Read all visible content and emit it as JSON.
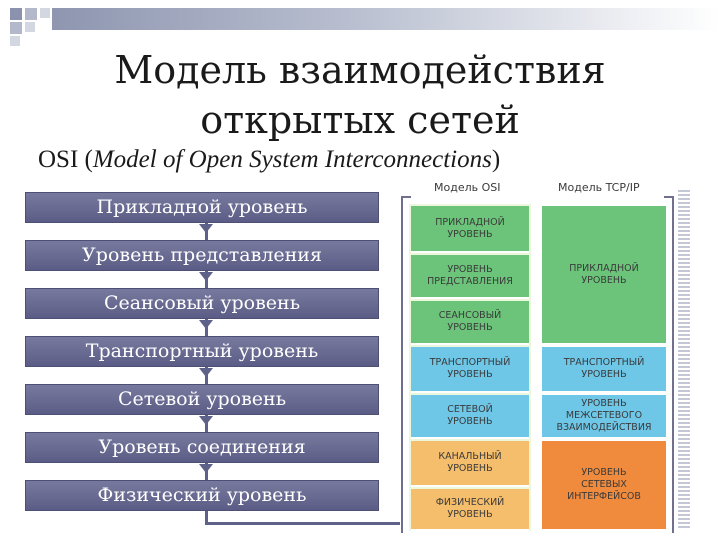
{
  "title_lines": [
    "Модель взаимодействия",
    "открытых сетей"
  ],
  "subtitle": {
    "prefix": "OSI (",
    "italic": "Model of Open System Interconnections",
    "suffix": ")"
  },
  "osi_layers": [
    "Прикладной уровень",
    "Уровень представления",
    "Сеансовый уровень",
    "Транспортный уровень",
    "Сетевой уровень",
    "Уровень соединения",
    "Физический уровень"
  ],
  "table": {
    "osi_header": "Модель OSI",
    "tcp_header": "Модель TCP/IP",
    "osi_cells": [
      {
        "label": "ПРИКЛАДНОЙ\nУРОВЕНЬ",
        "color": "#6cc47a"
      },
      {
        "label": "УРОВЕНЬ\nПРЕДСТАВЛЕНИЯ",
        "color": "#6cc47a"
      },
      {
        "label": "СЕАНСОВЫЙ\nУРОВЕНЬ",
        "color": "#6cc47a"
      },
      {
        "label": "ТРАНСПОРТНЫЙ\nУРОВЕНЬ",
        "color": "#6fc7e8"
      },
      {
        "label": "СЕТЕВОЙ\nУРОВЕНЬ",
        "color": "#6fc7e8"
      },
      {
        "label": "КАНАЛЬНЫЙ\nУРОВЕНЬ",
        "color": "#f5be6c"
      },
      {
        "label": "ФИЗИЧЕСКИЙ\nУРОВЕНЬ",
        "color": "#f5be6c"
      }
    ],
    "tcp_cells": [
      {
        "label": "ПРИКЛАДНОЙ\nУРОВЕНЬ",
        "color": "#6cc47a"
      },
      {
        "label": "ТРАНСПОРТНЫЙ\nУРОВЕНЬ",
        "color": "#6fc7e8"
      },
      {
        "label": "УРОВЕНЬ\nМЕЖСЕТЕВОГО\nВЗАИМОДЕЙСТВИЯ",
        "color": "#6fc7e8"
      },
      {
        "label": "УРОВЕНЬ\nСЕТЕВЫХ\nИНТЕРФЕЙСОВ",
        "color": "#f08a3c"
      }
    ]
  },
  "colors": {
    "layer_box": "#5f6288",
    "top_bar": "#8e96b0",
    "osi_column_bg": "#ecf7de",
    "green": "#6cc47a",
    "blue": "#6fc7e8",
    "orange_light": "#f5be6c",
    "orange_dark": "#f08a3c"
  }
}
